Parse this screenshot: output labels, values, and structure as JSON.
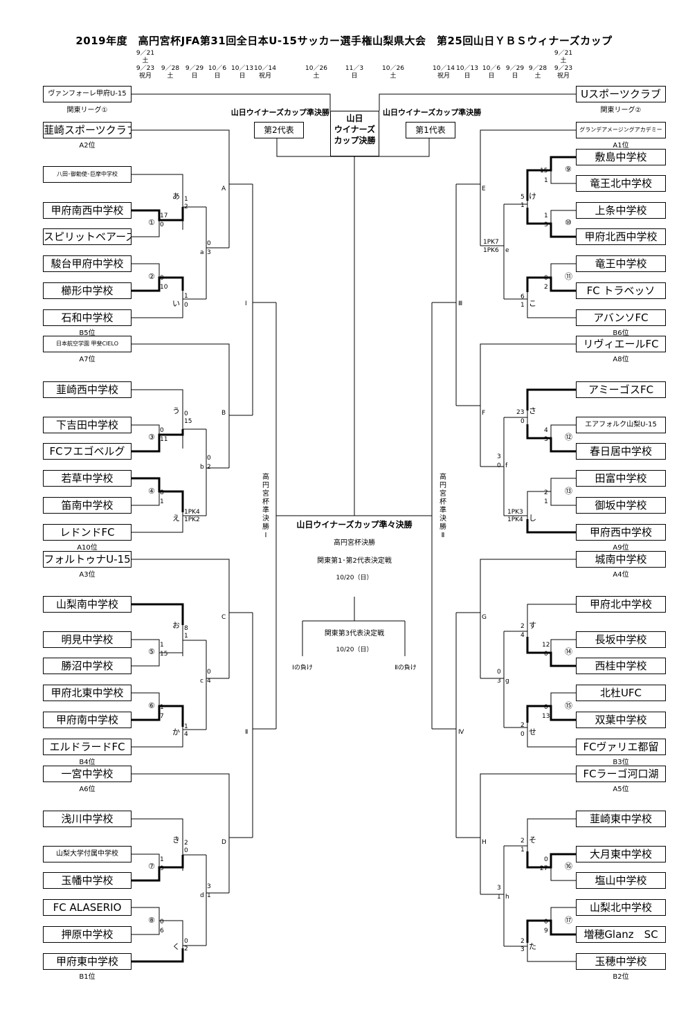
{
  "title": "2019年度　高円宮杯JFA第31回全日本U-15サッカー選手権山梨県大会　第25回山日ＹＢＳウィナーズカップ",
  "dates": {
    "l1": "9／21\n土\n9／23\n祝月",
    "l2": "9／28\n土",
    "l3": "9／29\n日",
    "l4": "10／6\n日",
    "l5": "10／13\n日",
    "l6": "10／14\n祝月",
    "l7": "10／26\n土",
    "c": "11／3\n日",
    "r7": "10／26\n土",
    "r6": "10／14\n祝月",
    "r5": "10／13\n日",
    "r4": "10／6\n日",
    "r3": "9／29\n日",
    "r2": "9／28\n土",
    "r1": "9／21\n土\n9／23\n祝月"
  },
  "left_teams": [
    "ヴァンフォーレ甲府U-15",
    "韮崎スポーツクラブ",
    "八田･御勅使･巨摩中学校",
    "甲府南西中学校",
    "スピリットベアーズ",
    "駿台甲府中学校",
    "櫛形中学校",
    "石和中学校",
    "日本航空学園 甲斐CIELO",
    "韮崎西中学校",
    "下吉田中学校",
    "FCフエゴベルグ",
    "若草中学校",
    "笛南中学校",
    "レドンドFC",
    "フォルトゥナU-15",
    "山梨南中学校",
    "明見中学校",
    "勝沼中学校",
    "甲府北東中学校",
    "甲府南中学校",
    "エルドラードFC",
    "一宮中学校",
    "浅川中学校",
    "山梨大学付属中学校",
    "玉幡中学校",
    "FC ALASERIO",
    "押原中学校",
    "甲府東中学校"
  ],
  "right_teams": [
    "Uスポーツクラブ",
    "グランデアメージングアカデミー",
    "敷島中学校",
    "竜王北中学校",
    "上条中学校",
    "甲府北西中学校",
    "竜王中学校",
    "FC トラベッソ",
    "アバンソFC",
    "リヴィエールFC",
    "アミーゴスFC",
    "エアフォルク山梨U-15",
    "春日居中学校",
    "田富中学校",
    "御坂中学校",
    "甲府西中学校",
    "城南中学校",
    "甲府北中学校",
    "長坂中学校",
    "西桂中学校",
    "北杜UFC",
    "双葉中学校",
    "FCヴァリエ都留",
    "FCラーゴ河口湖",
    "韮崎東中学校",
    "大月東中学校",
    "塩山中学校",
    "山梨北中学校",
    "増穂Glanz　SC",
    "玉穂中学校"
  ],
  "seeds_left": [
    "関東リーグ①",
    "A2位",
    "B5位",
    "A7位",
    "A10位",
    "A3位",
    "B4位",
    "A6位",
    "B1位"
  ],
  "seeds_right": [
    "関東リーグ②",
    "A1位",
    "B6位",
    "A8位",
    "A9位",
    "A4位",
    "B3位",
    "A5位",
    "B2位"
  ],
  "labels": {
    "kana_l": [
      "あ",
      "い",
      "う",
      "え",
      "お",
      "か",
      "き",
      "く"
    ],
    "kana_r": [
      "け",
      "こ",
      "さ",
      "し",
      "す",
      "せ",
      "そ",
      "た"
    ],
    "alpha_l": [
      "a",
      "b",
      "c",
      "d"
    ],
    "alpha_r": [
      "e",
      "f",
      "g",
      "h"
    ],
    "block_l": [
      "A",
      "B",
      "C",
      "D"
    ],
    "block_r": [
      "E",
      "F",
      "G",
      "H"
    ],
    "roman_l": [
      "Ⅰ",
      "Ⅱ"
    ],
    "roman_r": [
      "Ⅲ",
      "Ⅳ"
    ],
    "circ": [
      "①",
      "②",
      "③",
      "④",
      "⑤",
      "⑥",
      "⑦",
      "⑧",
      "⑨",
      "⑩",
      "⑪",
      "⑫",
      "⑬",
      "⑭",
      "⑮",
      "⑯",
      "⑰"
    ]
  },
  "scores": {
    "l": [
      "1",
      "2",
      "17",
      "0",
      "0",
      "3",
      "0",
      "10",
      "1",
      "0",
      "0",
      "15",
      "0",
      "11",
      "0",
      "2",
      "8",
      "1",
      "1PK4",
      "1PK2",
      "8",
      "1",
      "1",
      "15",
      "0",
      "4",
      "1",
      "7",
      "1",
      "4",
      "2",
      "0",
      "1",
      "9",
      "3",
      "1",
      "0",
      "6",
      "0",
      "2"
    ],
    "r": [
      "15",
      "1",
      "5",
      "1",
      "1",
      "3",
      "1PK7",
      "1PK6",
      "0",
      "2",
      "6",
      "1",
      "23",
      "0",
      "4",
      "3",
      "3",
      "0",
      "2",
      "1",
      "1PK3",
      "1PK4",
      "2",
      "4",
      "12",
      "0",
      "0",
      "3",
      "0",
      "13",
      "2",
      "0",
      "2",
      "1",
      "0",
      "27",
      "3",
      "1",
      "0",
      "9",
      "2",
      "3"
    ]
  },
  "center": {
    "semi": "山日ウイナーズカップ準決勝",
    "final": "山日\nウイナーズ\nカップ決勝",
    "rep2": "第2代表",
    "rep1": "第1代表",
    "qf": "山日ウイナーズカップ準々決勝",
    "tk": "高円宮杯決勝",
    "kanto12": "関東第1･第2代表決定戦",
    "date1": "10/20（日）",
    "kanto3": "関東第3代表決定戦",
    "date2": "10/20（日）",
    "lose1": "Ⅰの負け",
    "lose2": "Ⅱの負け",
    "semi_l": "高円宮杯準決勝Ⅰ",
    "semi_r": "高円宮杯準決勝Ⅱ"
  }
}
